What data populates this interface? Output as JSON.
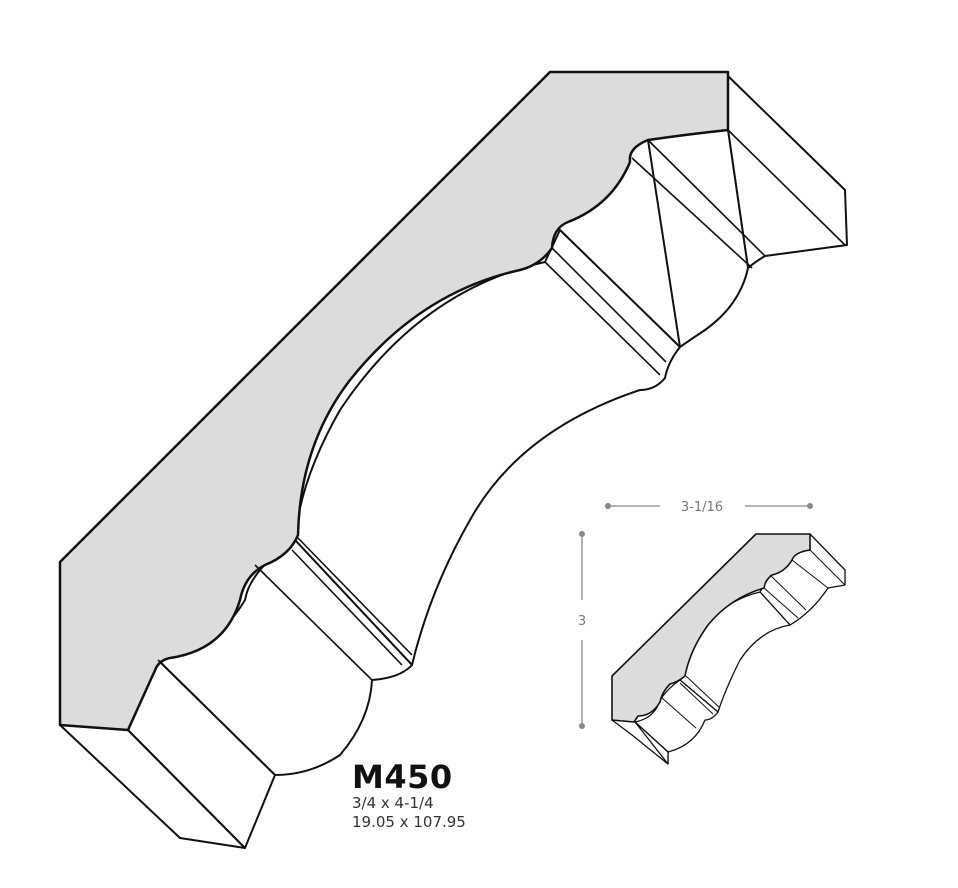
{
  "product": {
    "code": "M450",
    "imperial_size": "3/4 x 4-1/4",
    "metric_size": "19.05 x 107.95"
  },
  "thumbnail": {
    "width_label": "3-1/16",
    "height_label": "3"
  },
  "colors": {
    "profile_face": "#dcdcdc",
    "outline": "#111111",
    "dimension_line": "#888888"
  }
}
